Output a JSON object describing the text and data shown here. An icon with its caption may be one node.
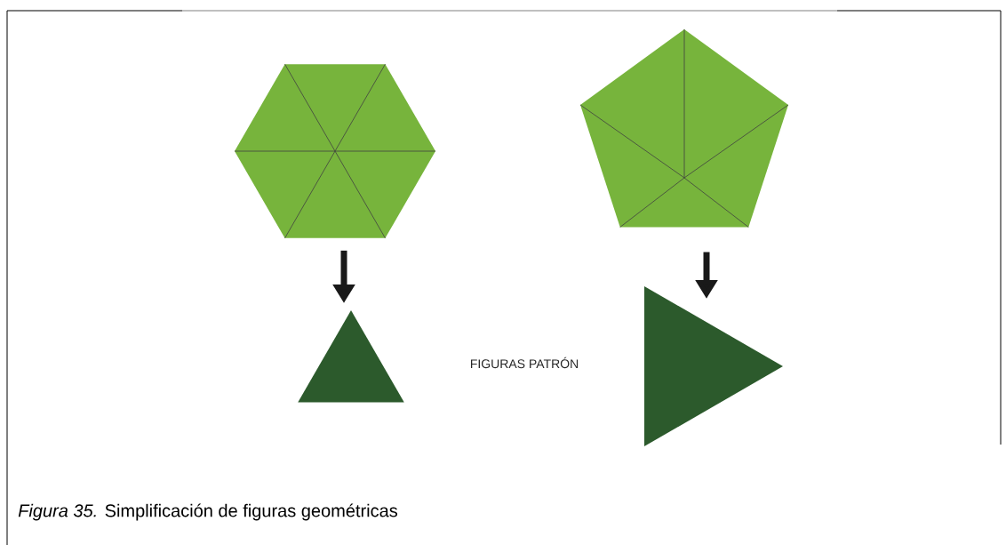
{
  "diagram": {
    "caption": "*Figura 35.* Simplificación de figuras geométricas",
    "nodes": [
      {
        "text": [],
        "shape": "hexagon"
      },
      {
        "text": [],
        "shape": "pentagon"
      },
      {
        "text": [],
        "shape": "triangle"
      },
      {
        "text": [],
        "shape": "triangle"
      }
    ],
    "edges": [
      {
        "from": 0,
        "to": 2,
        "arrow": "to"
      },
      {
        "from": 1,
        "to": 3,
        "arrow": "to"
      }
    ],
    "labels": [
      "FIGURAS PATRÓN"
    ]
  }
}
